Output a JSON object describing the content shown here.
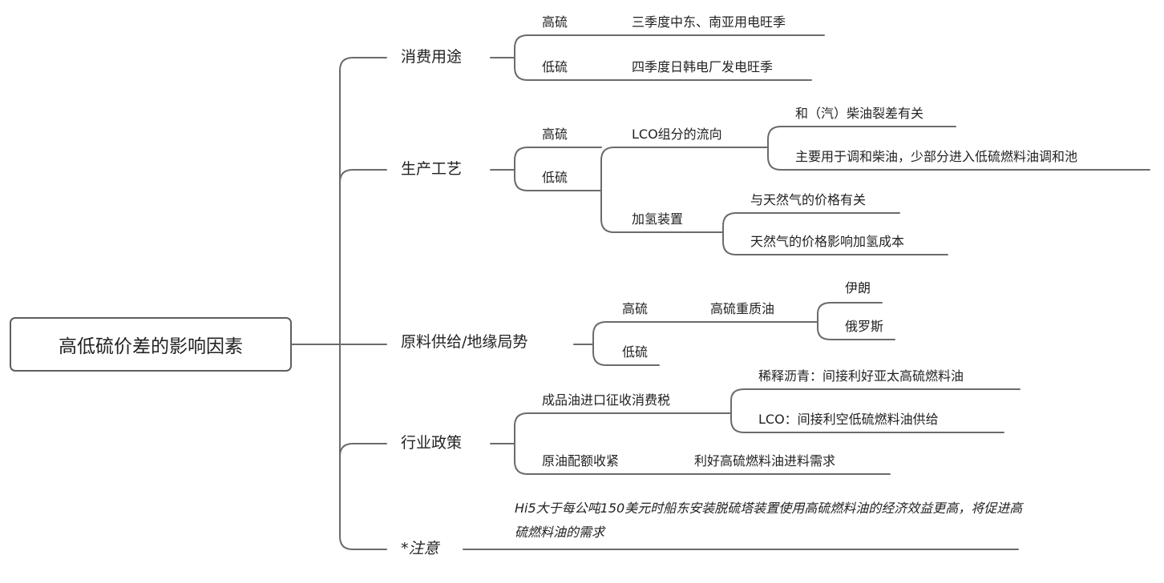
{
  "root": {
    "label": "高低硫价差的影响因素"
  },
  "branches": {
    "consumption": {
      "label": "消费用途",
      "high": {
        "label": "高硫",
        "detail": "三季度中东、南亚用电旺季"
      },
      "low": {
        "label": "低硫",
        "detail": "四季度日韩电厂发电旺季"
      }
    },
    "production": {
      "label": "生产工艺",
      "high": {
        "label": "高硫"
      },
      "low": {
        "label": "低硫",
        "lco": {
          "label": "LCO组分的流向",
          "children": [
            "和（汽）柴油裂差有关",
            "主要用于调和柴油，少部分进入低硫燃料油调和池"
          ]
        },
        "hydro": {
          "label": "加氢装置",
          "children": [
            "与天然气的价格有关",
            "天然气的价格影响加氢成本"
          ]
        }
      }
    },
    "supply": {
      "label": "原料供给/地缘局势",
      "high": {
        "label": "高硫",
        "heavy": {
          "label": "高硫重质油",
          "children": [
            "伊朗",
            "俄罗斯"
          ]
        }
      },
      "low": {
        "label": "低硫"
      }
    },
    "policy": {
      "label": "行业政策",
      "tax": {
        "label": "成品油进口征收消费税",
        "children": [
          "稀释沥青：间接利好亚太高硫燃料油",
          "LCO：间接利空低硫燃料油供给"
        ]
      },
      "quota": {
        "label": "原油配额收紧",
        "detail": "利好高硫燃料油进料需求"
      }
    },
    "note": {
      "label": "*注意",
      "text": "Hi5大于每公吨150美元时船东安装脱硫塔装置使用高硫燃料油的经济效益更高，将促进高硫燃料油的需求"
    }
  },
  "colors": {
    "line": "#6b6b6b",
    "text": "#222222"
  }
}
